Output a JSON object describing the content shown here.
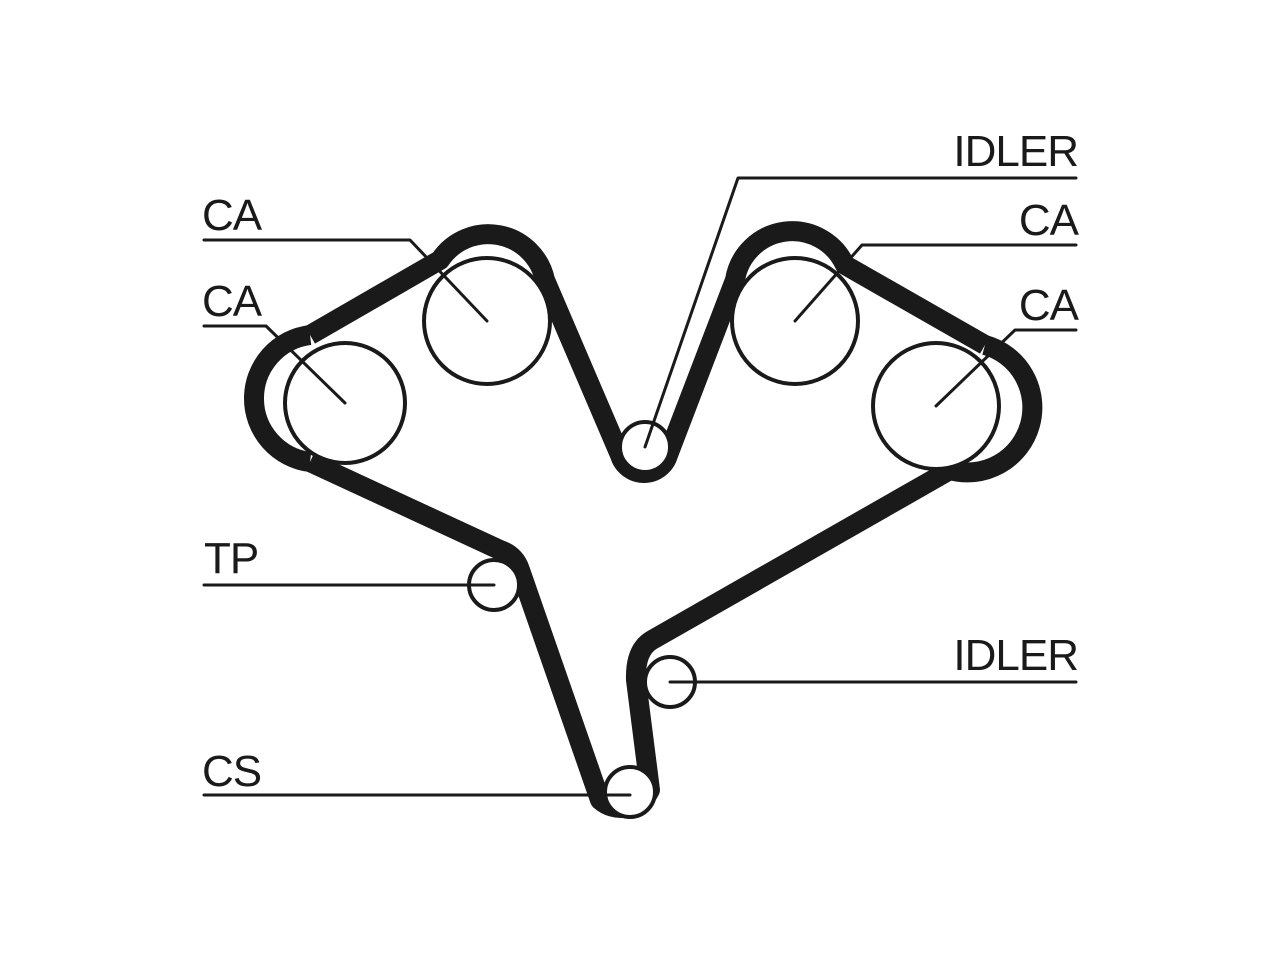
{
  "labels": {
    "ca_top_left": "CA",
    "ca_mid_left": "CA",
    "tp": "TP",
    "cs": "CS",
    "idler_top": "IDLER",
    "ca_top_right": "CA",
    "ca_mid_right": "CA",
    "idler_bottom": "IDLER"
  },
  "colors": {
    "ink": "#1a1a1a",
    "background": "#ffffff"
  }
}
